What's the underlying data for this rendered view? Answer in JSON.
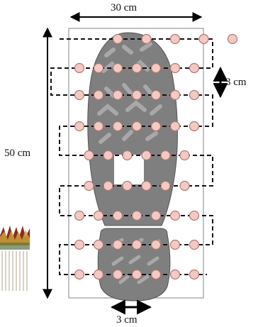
{
  "dimensions": {
    "width_label": "30 cm",
    "height_label": "50 cm",
    "row_spacing_label": "3 cm",
    "column_spacing_label": "3 cm"
  },
  "colors": {
    "sole": "#7f7f7f",
    "sole_pattern": "#a8a8a8",
    "insert": "#ffffff",
    "sensor_fill": "#f3c9c3",
    "sensor_stroke": "#b07a72",
    "wire": "#111111",
    "frame": "#9a9a9a",
    "arrow": "#000000"
  },
  "sensor_rows": [
    {
      "count": 5
    },
    {
      "count": 7
    },
    {
      "count": 7
    },
    {
      "count": 7
    },
    {
      "count": 6
    },
    {
      "count": 6
    },
    {
      "count": 7
    },
    {
      "count": 7
    },
    {
      "count": 7
    }
  ],
  "icons": {
    "fringe": "textile-fringe-icon"
  }
}
